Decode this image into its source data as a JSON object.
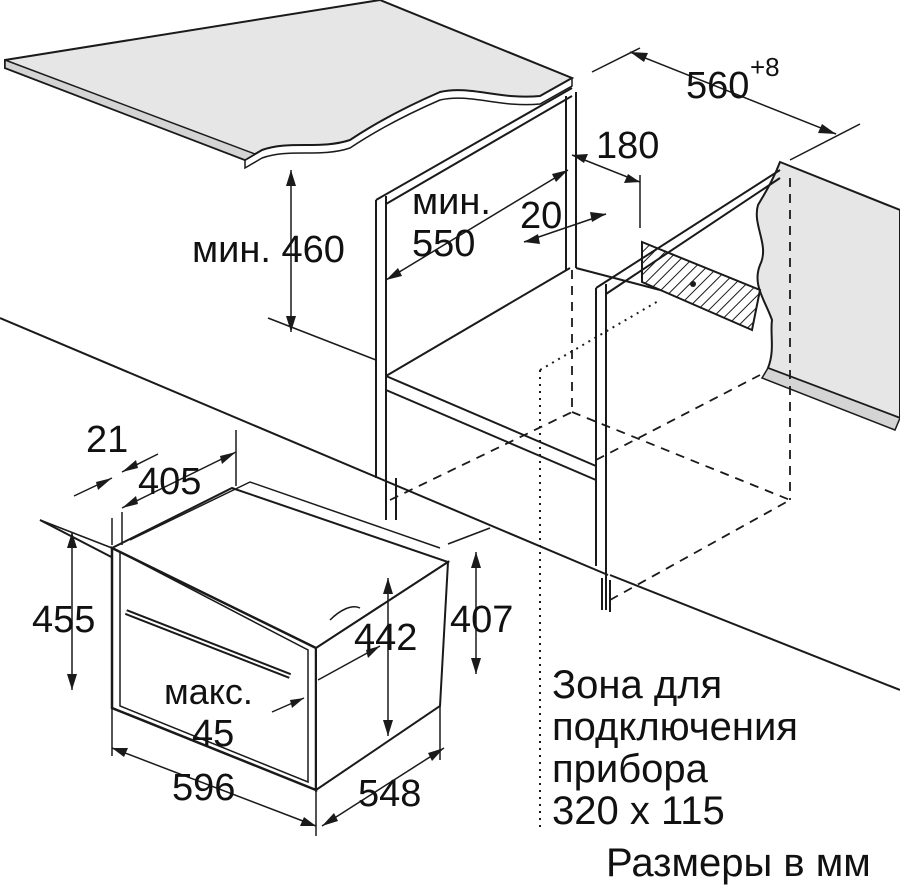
{
  "dimensions": {
    "niche_width": "560",
    "niche_width_tolerance": "+8",
    "rear_gap": "180",
    "rear_offset": "20",
    "min_height_label": "мин. 460",
    "min_depth_word": "мин.",
    "min_depth_value": "550",
    "front_offset": "21",
    "body_depth": "405",
    "total_height": "455",
    "body_height": "442",
    "niche_front_height": "407",
    "max_word": "макс.",
    "max_value": "45",
    "total_width": "596",
    "body_width": "548"
  },
  "connection_zone": {
    "line1": "Зона для",
    "line2": "подключения",
    "line3": "прибора",
    "line4": "320 x 115"
  },
  "units_note": "Размеры в мм",
  "colors": {
    "countertop": "#e6e6e6",
    "countertop_edge": "#d4d4d4",
    "line": "#1a1a1a",
    "background": "#ffffff"
  }
}
